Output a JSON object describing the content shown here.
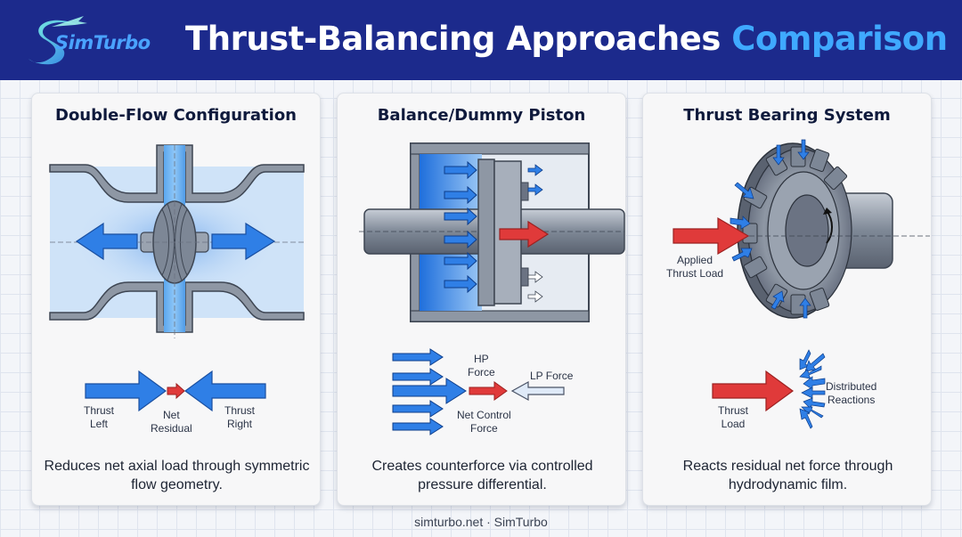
{
  "header": {
    "logo_text": "SimTurbo",
    "title_main": "Thrust-Balancing Approaches",
    "title_accent": "Comparison"
  },
  "panels": [
    {
      "title": "Double-Flow Configuration",
      "labels": {
        "thrust_left": "Thrust\nLeft",
        "net_residual": "Net\nResidual",
        "thrust_right": "Thrust\nRight"
      },
      "caption": "Reduces net axial load through symmetric flow geometry."
    },
    {
      "title": "Balance/Dummy Piston",
      "labels": {
        "hp_force": "HP\nForce",
        "lp_force": "LP Force",
        "net_control_force": "Net Control\nForce"
      },
      "caption": "Creates counterforce via controlled pressure differential."
    },
    {
      "title": "Thrust Bearing System",
      "labels": {
        "applied_thrust_load": "Applied\nThrust Load",
        "thrust_load": "Thrust\nLoad",
        "distributed_reactions": "Distributed\nReactions"
      },
      "caption": "Reacts residual net force through hydrodynamic film."
    }
  ],
  "footer": "simturbo.net · SimTurbo",
  "colors": {
    "header_bg": "#1c2a8c",
    "accent_blue": "#3fa9ff",
    "force_blue": "#2f7fe6",
    "force_red": "#e03a3a",
    "steel": "#8e97a4"
  }
}
